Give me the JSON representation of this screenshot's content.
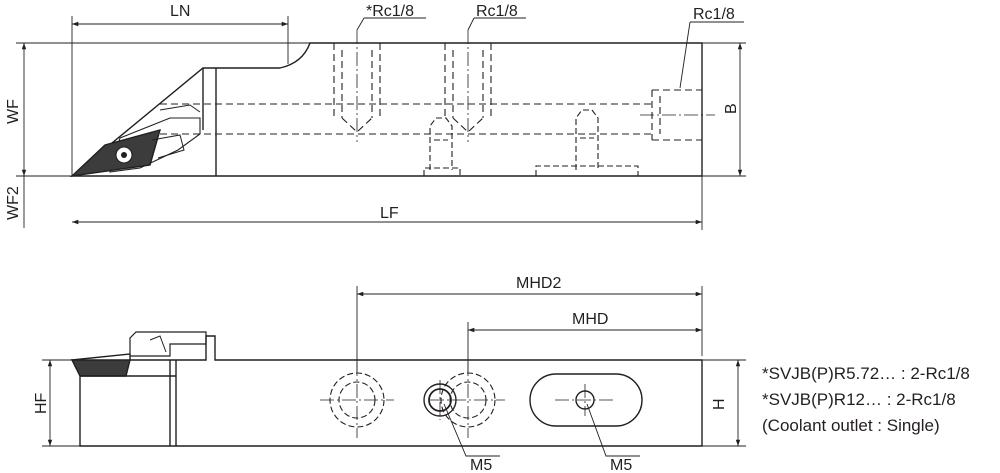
{
  "colors": {
    "ink": "#231f20",
    "insert_fill": "#3c3c3c",
    "outline_fill": "#ffffff"
  },
  "top_view": {
    "dims": {
      "ln": "LN",
      "wf": "WF",
      "wf2": "WF2",
      "lf": "LF",
      "b": "B"
    },
    "ports": {
      "port1": "*Rc1/8",
      "port2": "Rc1/8",
      "port3": "Rc1/8"
    }
  },
  "side_view": {
    "dims": {
      "mhd2": "MHD2",
      "mhd": "MHD",
      "hf": "HF",
      "h": "H"
    },
    "threads": {
      "m5_left": "M5",
      "m5_right": "M5"
    }
  },
  "notes": [
    "*SVJB(P)R5.72… : 2-Rc1/8",
    "*SVJB(P)R12… : 2-Rc1/8",
    "(Coolant outlet : Single)"
  ]
}
